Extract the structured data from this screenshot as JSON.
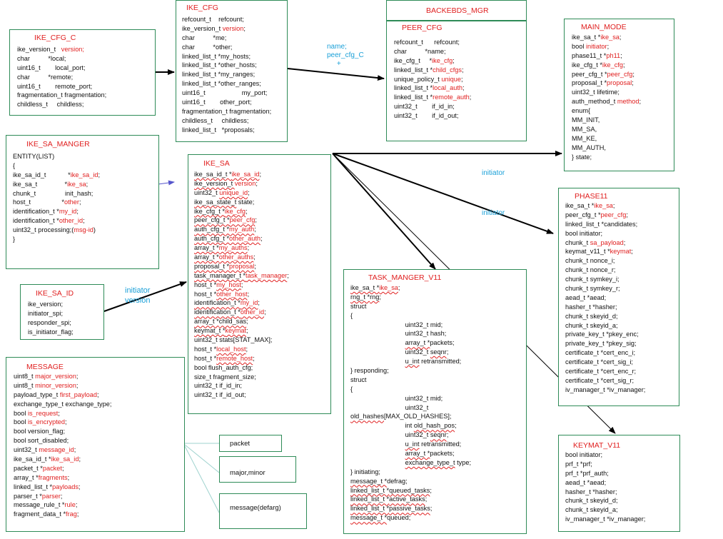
{
  "ike_cfg_c": {
    "title": "IKE_CFG_C",
    "lines": [
      [
        [
          "ike_version_t   "
        ],
        [
          "version;",
          "r"
        ]
      ],
      [
        [
          "char          *local;"
        ]
      ],
      [
        [
          "uint16_t        local_port;"
        ]
      ],
      [
        [
          "char          *remote;"
        ]
      ],
      [
        [
          "uint16_t        remote_port;"
        ]
      ],
      [
        [
          "fragmentation_t fragmentation;"
        ]
      ],
      [
        [
          "childless_t     childless;"
        ]
      ]
    ]
  },
  "ike_cfg": {
    "title": "IKE_CFG",
    "lines": [
      [
        [
          "refcount_t    refcount;"
        ]
      ],
      [
        [
          "ike_version_t "
        ],
        [
          "version",
          "r"
        ],
        [
          ";"
        ]
      ],
      [
        [
          "char          *me;"
        ]
      ],
      [
        [
          "char          *other;"
        ]
      ],
      [
        [
          "linked_list_t *my_hosts;"
        ]
      ],
      [
        [
          "linked_list_t *other_hosts;"
        ]
      ],
      [
        [
          "linked_list_t *my_ranges;"
        ]
      ],
      [
        [
          "linked_list_t *other_ranges;"
        ]
      ],
      [
        [
          "uint16_t                    my_port;"
        ]
      ],
      [
        [
          "uint16_t        other_port;"
        ]
      ],
      [
        [
          "fragmentation_t fragmentation;"
        ]
      ],
      [
        [
          "childless_t     childless;"
        ]
      ],
      [
        [
          "linked_list_t   *proposals;"
        ]
      ]
    ]
  },
  "backends_mgr": {
    "title": "BACKEBDS_MGR"
  },
  "peer_cfg": {
    "title": "PEER_CFG",
    "lines": [
      [
        [
          "refcount_t      refcount;"
        ]
      ],
      [
        [
          "char          *name;"
        ]
      ],
      [
        [
          "ike_cfg_t     *"
        ],
        [
          "ike_cfg",
          "r"
        ],
        [
          ";"
        ]
      ],
      [
        [
          "linked_list_t *"
        ],
        [
          "child_cfgs",
          "r"
        ],
        [
          ";"
        ]
      ],
      [
        [
          "unique_policy_t "
        ],
        [
          "unique",
          "r"
        ],
        [
          ";"
        ]
      ],
      [
        [
          "linked_list_t *"
        ],
        [
          "local_auth",
          "r"
        ],
        [
          ";"
        ]
      ],
      [
        [
          "linked_list_t *"
        ],
        [
          "remote_auth",
          "r"
        ],
        [
          ";"
        ]
      ],
      [
        [
          "uint32_t        if_id_in;"
        ]
      ],
      [
        [
          "uint32_t        if_id_out;"
        ]
      ]
    ]
  },
  "main_mode": {
    "title": "MAIN_MODE",
    "lines": [
      [
        [
          "ike_sa_t *"
        ],
        [
          "ike_sa",
          "r"
        ],
        [
          ";"
        ]
      ],
      [
        [
          "bool "
        ],
        [
          "initiator",
          "r"
        ],
        [
          ";"
        ]
      ],
      [
        [
          "phase11_t *"
        ],
        [
          "ph11",
          "r"
        ],
        [
          ";"
        ]
      ],
      [
        [
          "ike_cfg_t *"
        ],
        [
          "ike_cfg",
          "r"
        ],
        [
          ";"
        ]
      ],
      [
        [
          "peer_cfg_t *"
        ],
        [
          "peer_cfg",
          "r"
        ],
        [
          ";"
        ]
      ],
      [
        [
          "proposal_t *"
        ],
        [
          "proposal",
          "r"
        ],
        [
          ";"
        ]
      ],
      [
        [
          "uint32_t lifetime;"
        ]
      ],
      [
        [
          "auth_method_t "
        ],
        [
          "method",
          "r"
        ],
        [
          ";"
        ]
      ],
      [
        [
          "enum{"
        ]
      ],
      [
        [
          "MM_INIT,"
        ]
      ],
      [
        [
          "MM_SA,"
        ]
      ],
      [
        [
          "MM_KE,"
        ]
      ],
      [
        [
          "MM_AUTH,"
        ]
      ],
      [
        [
          "} state;"
        ]
      ]
    ]
  },
  "ike_sa_manger": {
    "title": "IKE_SA_MANGER",
    "lines": [
      [
        [
          "ENTITY(LIST)"
        ]
      ],
      [
        [
          "{"
        ]
      ],
      [
        [
          "ike_sa_id_t            *"
        ],
        [
          "ike_sa_id",
          "r"
        ],
        [
          ";"
        ]
      ],
      [
        [
          "ike_sa_t               *"
        ],
        [
          "ike_sa",
          "r"
        ],
        [
          ";"
        ]
      ],
      [
        [
          "chunk_t                init_hash;"
        ]
      ],
      [
        [
          "host_t                 *"
        ],
        [
          "other",
          "r"
        ],
        [
          ";"
        ]
      ],
      [
        [
          "identification_t *"
        ],
        [
          "my_id",
          "r"
        ],
        [
          ";"
        ]
      ],
      [
        [
          "identification_t *"
        ],
        [
          "other_id",
          "r"
        ],
        [
          ";"
        ]
      ],
      [
        [
          "uint32_t processing;("
        ],
        [
          "msg-id",
          "r"
        ],
        [
          ")"
        ]
      ],
      [
        [
          "}"
        ]
      ]
    ]
  },
  "ike_sa": {
    "title": "IKE_SA",
    "lines": [
      [
        [
          "ike_sa_id_t *",
          "w"
        ],
        [
          "ike_sa_id",
          "rw"
        ],
        [
          ";"
        ]
      ],
      [
        [
          "ike_version_t ",
          "w"
        ],
        [
          "version",
          "r"
        ],
        [
          ";"
        ]
      ],
      [
        [
          "uint32_t "
        ],
        [
          "unique_id",
          "rw"
        ],
        [
          ";"
        ]
      ],
      [
        [
          "ike_sa_state_t",
          "w"
        ],
        [
          " state;"
        ]
      ],
      [
        [
          "ike_cfg_t *",
          "w"
        ],
        [
          "ike_cfg",
          "rw"
        ],
        [
          ";"
        ]
      ],
      [
        [
          "peer_cfg_t *",
          "w"
        ],
        [
          "peer_cfg",
          "rw"
        ],
        [
          ";"
        ]
      ],
      [
        [
          "auth_cfg_t *",
          "w"
        ],
        [
          "my_auth",
          "rw"
        ],
        [
          ";"
        ]
      ],
      [
        [
          "auth_cfg_t *",
          "w"
        ],
        [
          "other_auth",
          "rw"
        ],
        [
          ";"
        ]
      ],
      [
        [
          "array_t *",
          "w"
        ],
        [
          "my_auths",
          "rw"
        ],
        [
          ";"
        ]
      ],
      [
        [
          "array_t *",
          "w"
        ],
        [
          "other_auths",
          "rw"
        ],
        [
          ";"
        ]
      ],
      [
        [
          "proposal_t *",
          "w"
        ],
        [
          "proposal",
          "rw"
        ],
        [
          ";"
        ]
      ],
      [
        [
          "task_manager_t *",
          "w"
        ],
        [
          "task_manager",
          "rw"
        ],
        [
          ";"
        ]
      ],
      [
        [
          "host_t *"
        ],
        [
          "my_host",
          "rw"
        ],
        [
          ";"
        ]
      ],
      [
        [
          "host_t *"
        ],
        [
          "other_host",
          "rw"
        ],
        [
          ";"
        ]
      ],
      [
        [
          "identification_t *",
          "w"
        ],
        [
          "my_id",
          "rw"
        ],
        [
          ";"
        ]
      ],
      [
        [
          "identification_t *",
          "w"
        ],
        [
          "other_id",
          "rw"
        ],
        [
          ";"
        ]
      ],
      [
        [
          "array_t *",
          "w"
        ],
        [
          "child_sas",
          "w"
        ],
        [
          ";"
        ]
      ],
      [
        [
          "keymat_t *",
          "w"
        ],
        [
          "keymat",
          "rw"
        ],
        [
          ";"
        ]
      ],
      [
        [
          "uint32_t stats[STAT_MAX];"
        ]
      ],
      [
        [
          "host_t *"
        ],
        [
          "local_host",
          "rw"
        ],
        [
          ";"
        ]
      ],
      [
        [
          "host_t *"
        ],
        [
          "remote_host",
          "rw"
        ],
        [
          ";"
        ]
      ],
      [
        [
          "bool flush_auth_cfg;"
        ]
      ],
      [
        [
          "size_t fragment_size;"
        ]
      ],
      [
        [
          "uint32_t if_id_in;"
        ]
      ],
      [
        [
          "uint32_t if_id_out;"
        ]
      ]
    ]
  },
  "phase11": {
    "title": "PHASE11",
    "lines": [
      [
        [
          "ike_sa_t *"
        ],
        [
          "ike_sa",
          "r"
        ],
        [
          ";"
        ]
      ],
      [
        [
          "peer_cfg_t *"
        ],
        [
          "peer_cfg",
          "r"
        ],
        [
          ";"
        ]
      ],
      [
        [
          "linked_list_t *candidates;"
        ]
      ],
      [
        [
          "bool initiator;"
        ]
      ],
      [
        [
          "chunk_t "
        ],
        [
          "sa_payload",
          "r"
        ],
        [
          ";"
        ]
      ],
      [
        [
          "keymat_v11_t *"
        ],
        [
          "keymat",
          "r"
        ],
        [
          ";"
        ]
      ],
      [
        [
          "chunk_t nonce_i;"
        ]
      ],
      [
        [
          "chunk_t nonce_r;"
        ]
      ],
      [
        [
          "chunk_t symkey_i;"
        ]
      ],
      [
        [
          "chunk_t symkey_r;"
        ]
      ],
      [
        [
          "aead_t *aead;"
        ]
      ],
      [
        [
          "hasher_t *hasher;"
        ]
      ],
      [
        [
          "chunk_t skeyid_d;"
        ]
      ],
      [
        [
          "chunk_t skeyid_a;"
        ]
      ],
      [
        [
          "private_key_t *pkey_enc;"
        ]
      ],
      [
        [
          "private_key_t *pkey_sig;"
        ]
      ],
      [
        [
          "certificate_t *cert_enc_i;"
        ]
      ],
      [
        [
          "certificate_t *cert_sig_i;"
        ]
      ],
      [
        [
          "certificate_t *cert_enc_r;"
        ]
      ],
      [
        [
          "certificate_t *cert_sig_r;"
        ]
      ],
      [
        [
          "iv_manager_t *iv_manager;"
        ]
      ]
    ]
  },
  "ike_sa_id": {
    "title": "IKE_SA_ID",
    "lines": [
      [
        [
          "ike_version;"
        ]
      ],
      [
        [
          "initiator_spi;"
        ]
      ],
      [
        [
          "responder_spi;"
        ]
      ],
      [
        [
          "is_initiator_flag;"
        ]
      ]
    ]
  },
  "task_manger": {
    "title": "TASK_MANGER_V11",
    "lines": [
      [
        [
          "ike_sa_t *",
          "w"
        ],
        [
          "ike_sa",
          "rw"
        ],
        [
          ";"
        ]
      ],
      [
        [
          "rng_t *",
          "w"
        ],
        [
          "rng",
          "w"
        ],
        [
          ";"
        ]
      ],
      [
        [
          "struct"
        ]
      ],
      [
        [
          "{"
        ]
      ],
      [
        [
          "                              uint32_t mid;"
        ]
      ],
      [
        [
          "                              uint32_t hash;"
        ]
      ],
      [
        [
          "                              "
        ],
        [
          "array_t *",
          "w"
        ],
        [
          "packets;"
        ]
      ],
      [
        [
          "                              uint32_t "
        ],
        [
          "seqnr",
          "w"
        ],
        [
          ";"
        ]
      ],
      [
        [
          "                              "
        ],
        [
          "u_int",
          "w"
        ],
        [
          " retransmitted;"
        ]
      ],
      [
        [
          "} responding;"
        ]
      ],
      [
        [
          "struct"
        ]
      ],
      [
        [
          "{"
        ]
      ],
      [
        [
          "                              uint32_t mid;"
        ]
      ],
      [
        [
          "                              uint32_t"
        ]
      ],
      [
        [
          "old_hashes",
          "w"
        ],
        [
          "[MAX_OLD_HASHES];"
        ]
      ],
      [
        [
          "                              int "
        ],
        [
          "old_hash_pos",
          "w"
        ],
        [
          ";"
        ]
      ],
      [
        [
          "                              uint32_t "
        ],
        [
          "seqnr",
          "w"
        ],
        [
          ";"
        ]
      ],
      [
        [
          "                              "
        ],
        [
          "u_int",
          "w"
        ],
        [
          " retransmitted;"
        ]
      ],
      [
        [
          "                              "
        ],
        [
          "array_t *",
          "w"
        ],
        [
          "packets;"
        ]
      ],
      [
        [
          "                              "
        ],
        [
          "exchange_type_t",
          "w"
        ],
        [
          " type;"
        ]
      ],
      [
        [
          "} initiating;"
        ]
      ],
      [
        [
          "message_t *",
          "w"
        ],
        [
          "defrag;"
        ]
      ],
      [
        [
          "linked_list_t *",
          "w"
        ],
        [
          "queued_tasks",
          "w"
        ],
        [
          ";"
        ]
      ],
      [
        [
          "linked_list_t *",
          "w"
        ],
        [
          "active_tasks",
          "w"
        ],
        [
          ";"
        ]
      ],
      [
        [
          "linked_list_t *",
          "w"
        ],
        [
          "passive_tasks",
          "w"
        ],
        [
          ";"
        ]
      ],
      [
        [
          "message_t *",
          "w"
        ],
        [
          "queued;"
        ]
      ]
    ]
  },
  "message": {
    "title": "MESSAGE",
    "lines": [
      [
        [
          "uint8_t "
        ],
        [
          "major_version",
          "r"
        ],
        [
          ";"
        ]
      ],
      [
        [
          "uint8_t "
        ],
        [
          "minor_version",
          "r"
        ],
        [
          ";"
        ]
      ],
      [
        [
          "payload_type_t "
        ],
        [
          "first_payload",
          "r"
        ],
        [
          ";"
        ]
      ],
      [
        [
          "exchange_type_t exchange_type;"
        ]
      ],
      [
        [
          "bool "
        ],
        [
          "is_request",
          "r"
        ],
        [
          ";"
        ]
      ],
      [
        [
          "bool "
        ],
        [
          "is_encrypted",
          "r"
        ],
        [
          ";"
        ]
      ],
      [
        [
          "bool version_flag;"
        ]
      ],
      [
        [
          "bool sort_disabled;"
        ]
      ],
      [
        [
          "uint32_t "
        ],
        [
          "message_id",
          "r"
        ],
        [
          ";"
        ]
      ],
      [
        [
          "ike_sa_id_t *"
        ],
        [
          "ike_sa_id",
          "r"
        ],
        [
          ";"
        ]
      ],
      [
        [
          "packet_t *"
        ],
        [
          "packet",
          "r"
        ],
        [
          ";"
        ]
      ],
      [
        [
          "array_t *"
        ],
        [
          "fragments",
          "r"
        ],
        [
          ";"
        ]
      ],
      [
        [
          "linked_list_t *"
        ],
        [
          "payloads",
          "r"
        ],
        [
          ";"
        ]
      ],
      [
        [
          "parser_t *"
        ],
        [
          "parser",
          "r"
        ],
        [
          ";"
        ]
      ],
      [
        [
          "message_rule_t *"
        ],
        [
          "rule",
          "r"
        ],
        [
          ";"
        ]
      ],
      [
        [
          "fragment_data_t *"
        ],
        [
          "frag",
          "r"
        ],
        [
          ";"
        ]
      ]
    ]
  },
  "keymat_v11": {
    "title": "KEYMAT_V11",
    "lines": [
      [
        [
          "bool initiator;"
        ]
      ],
      [
        [
          "prf_t *prf;"
        ]
      ],
      [
        [
          "prf_t *prf_auth;"
        ]
      ],
      [
        [
          "aead_t *aead;"
        ]
      ],
      [
        [
          "hasher_t *hasher;"
        ]
      ],
      [
        [
          "chunk_t skeyid_d;"
        ]
      ],
      [
        [
          "chunk_t skeyid_a;"
        ]
      ],
      [
        [
          "iv_manager_t *iv_manager;"
        ]
      ]
    ]
  },
  "notes": {
    "packet": "packet",
    "major_minor": "major,minor",
    "message_defarg": "message(defarg)"
  },
  "labels": {
    "name_peer_cfg": "name;\npeer_cfg_C\n     +",
    "initiator_1": "initiator",
    "initiator_2": "initiator",
    "initiator_version": "initiator\nversion"
  }
}
